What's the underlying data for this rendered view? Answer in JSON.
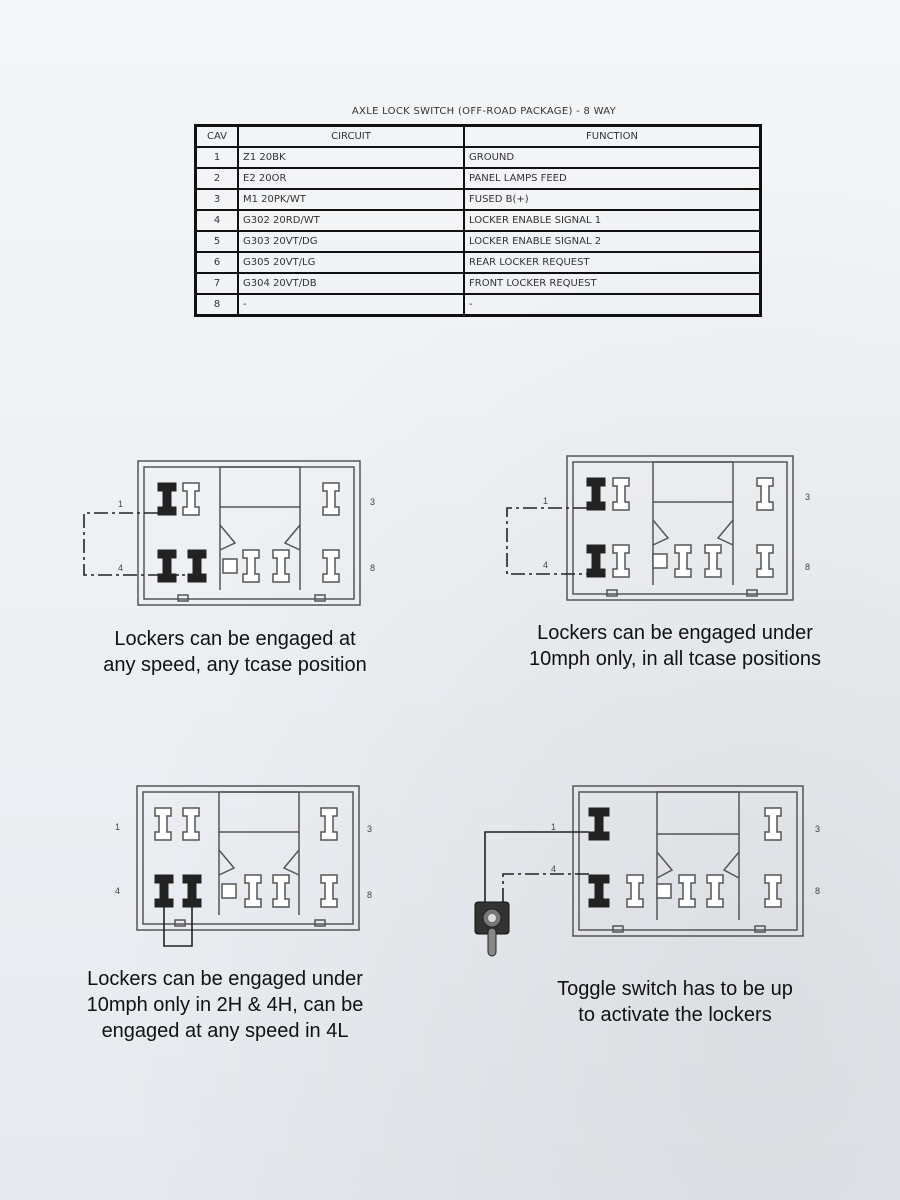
{
  "table": {
    "title": "AXLE LOCK SWITCH (OFF-ROAD PACKAGE) - 8 WAY",
    "headers": {
      "cav": "CAV",
      "circuit": "CIRCUIT",
      "function": "FUNCTION"
    },
    "rows": [
      {
        "cav": "1",
        "circuit": "Z1 20BK",
        "function": "GROUND"
      },
      {
        "cav": "2",
        "circuit": "E2 20OR",
        "function": "PANEL LAMPS FEED"
      },
      {
        "cav": "3",
        "circuit": "M1 20PK/WT",
        "function": "FUSED B(+)"
      },
      {
        "cav": "4",
        "circuit": "G302 20RD/WT",
        "function": "LOCKER ENABLE SIGNAL 1"
      },
      {
        "cav": "5",
        "circuit": "G303 20VT/DG",
        "function": "LOCKER ENABLE SIGNAL 2"
      },
      {
        "cav": "6",
        "circuit": "G305 20VT/LG",
        "function": "REAR LOCKER REQUEST"
      },
      {
        "cav": "7",
        "circuit": "G304 20VT/DB",
        "function": "FRONT LOCKER REQUEST"
      },
      {
        "cav": "8",
        "circuit": "-",
        "function": "-"
      }
    ]
  },
  "pin_labels": {
    "p1": "1",
    "p3": "3",
    "p4": "4",
    "p8": "8"
  },
  "captions": {
    "d1": [
      "Lockers can be engaged at",
      "any speed, any tcase position"
    ],
    "d2": [
      "Lockers can be engaged under",
      "10mph only, in all tcase positions"
    ],
    "d3": [
      "Lockers can be engaged under",
      "10mph only in 2H & 4H, can be",
      "engaged at any speed in 4L"
    ],
    "d4": [
      "Toggle switch has to be up",
      "to activate the lockers"
    ]
  }
}
